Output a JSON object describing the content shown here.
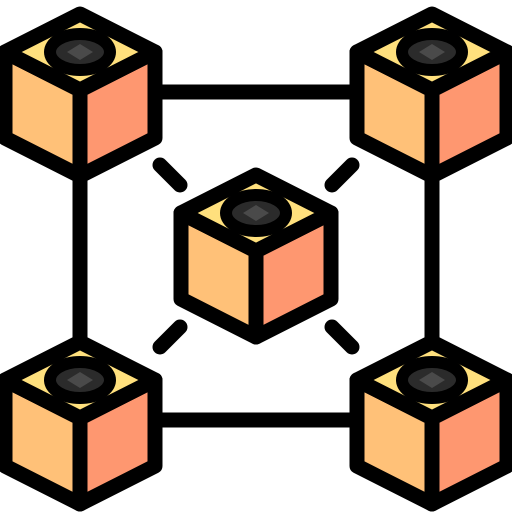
{
  "icon": {
    "name": "blockchain-network-icon",
    "colors": {
      "outline": "#000000",
      "top_face": "#FFE07D",
      "left_face": "#FFC178",
      "right_face": "#FE9770",
      "hole_outer": "#2B2B2B",
      "hole_inner": "#4A4A4A",
      "background": "#FFFFFF"
    },
    "cubes": [
      "cube-top-left",
      "cube-top-right",
      "cube-center",
      "cube-bottom-left",
      "cube-bottom-right"
    ]
  }
}
